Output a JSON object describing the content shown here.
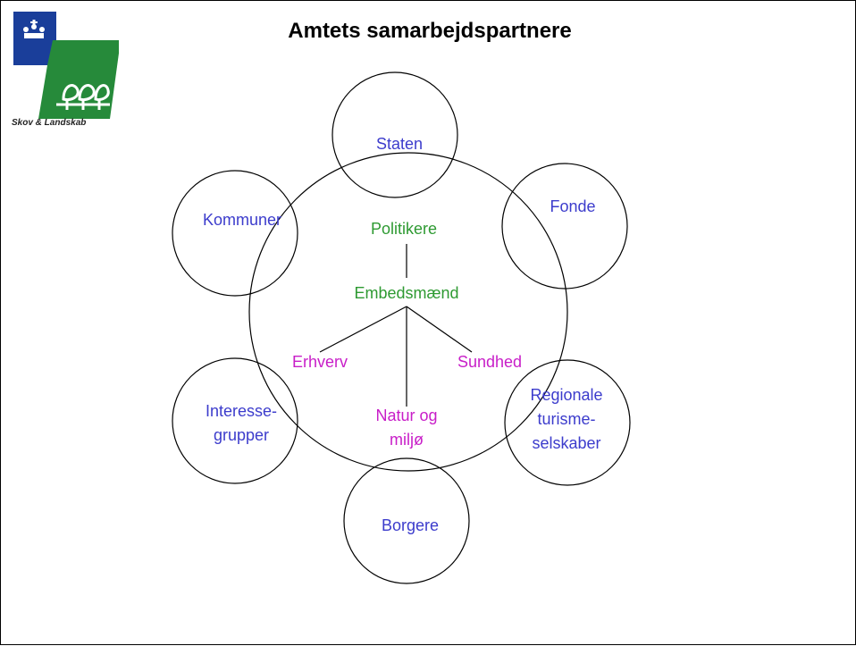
{
  "title": "Amtets samarbejdspartnere",
  "logo": {
    "caption": "Skov & Landskab"
  },
  "colors": {
    "partner": "#3c3ccc",
    "center": "#2e9a32",
    "sector": "#c81ec8",
    "logo_blue": "#1a3e9a",
    "logo_green": "#268a3a"
  },
  "center": {
    "top": "Politikere",
    "middle": "Embedsmænd",
    "sectors": {
      "left": "Erhverv",
      "right": "Sundhed",
      "bottom_line1": "Natur og",
      "bottom_line2": "miljø"
    }
  },
  "partners": {
    "staten": "Staten",
    "fonde": "Fonde",
    "kommuner": "Kommuner",
    "interesse_line1": "Interesse-",
    "interesse_line2": "grupper",
    "regionale_line1": "Regionale",
    "regionale_line2": "turisme-",
    "regionale_line3": "selskaber",
    "borgere": "Borgere"
  }
}
